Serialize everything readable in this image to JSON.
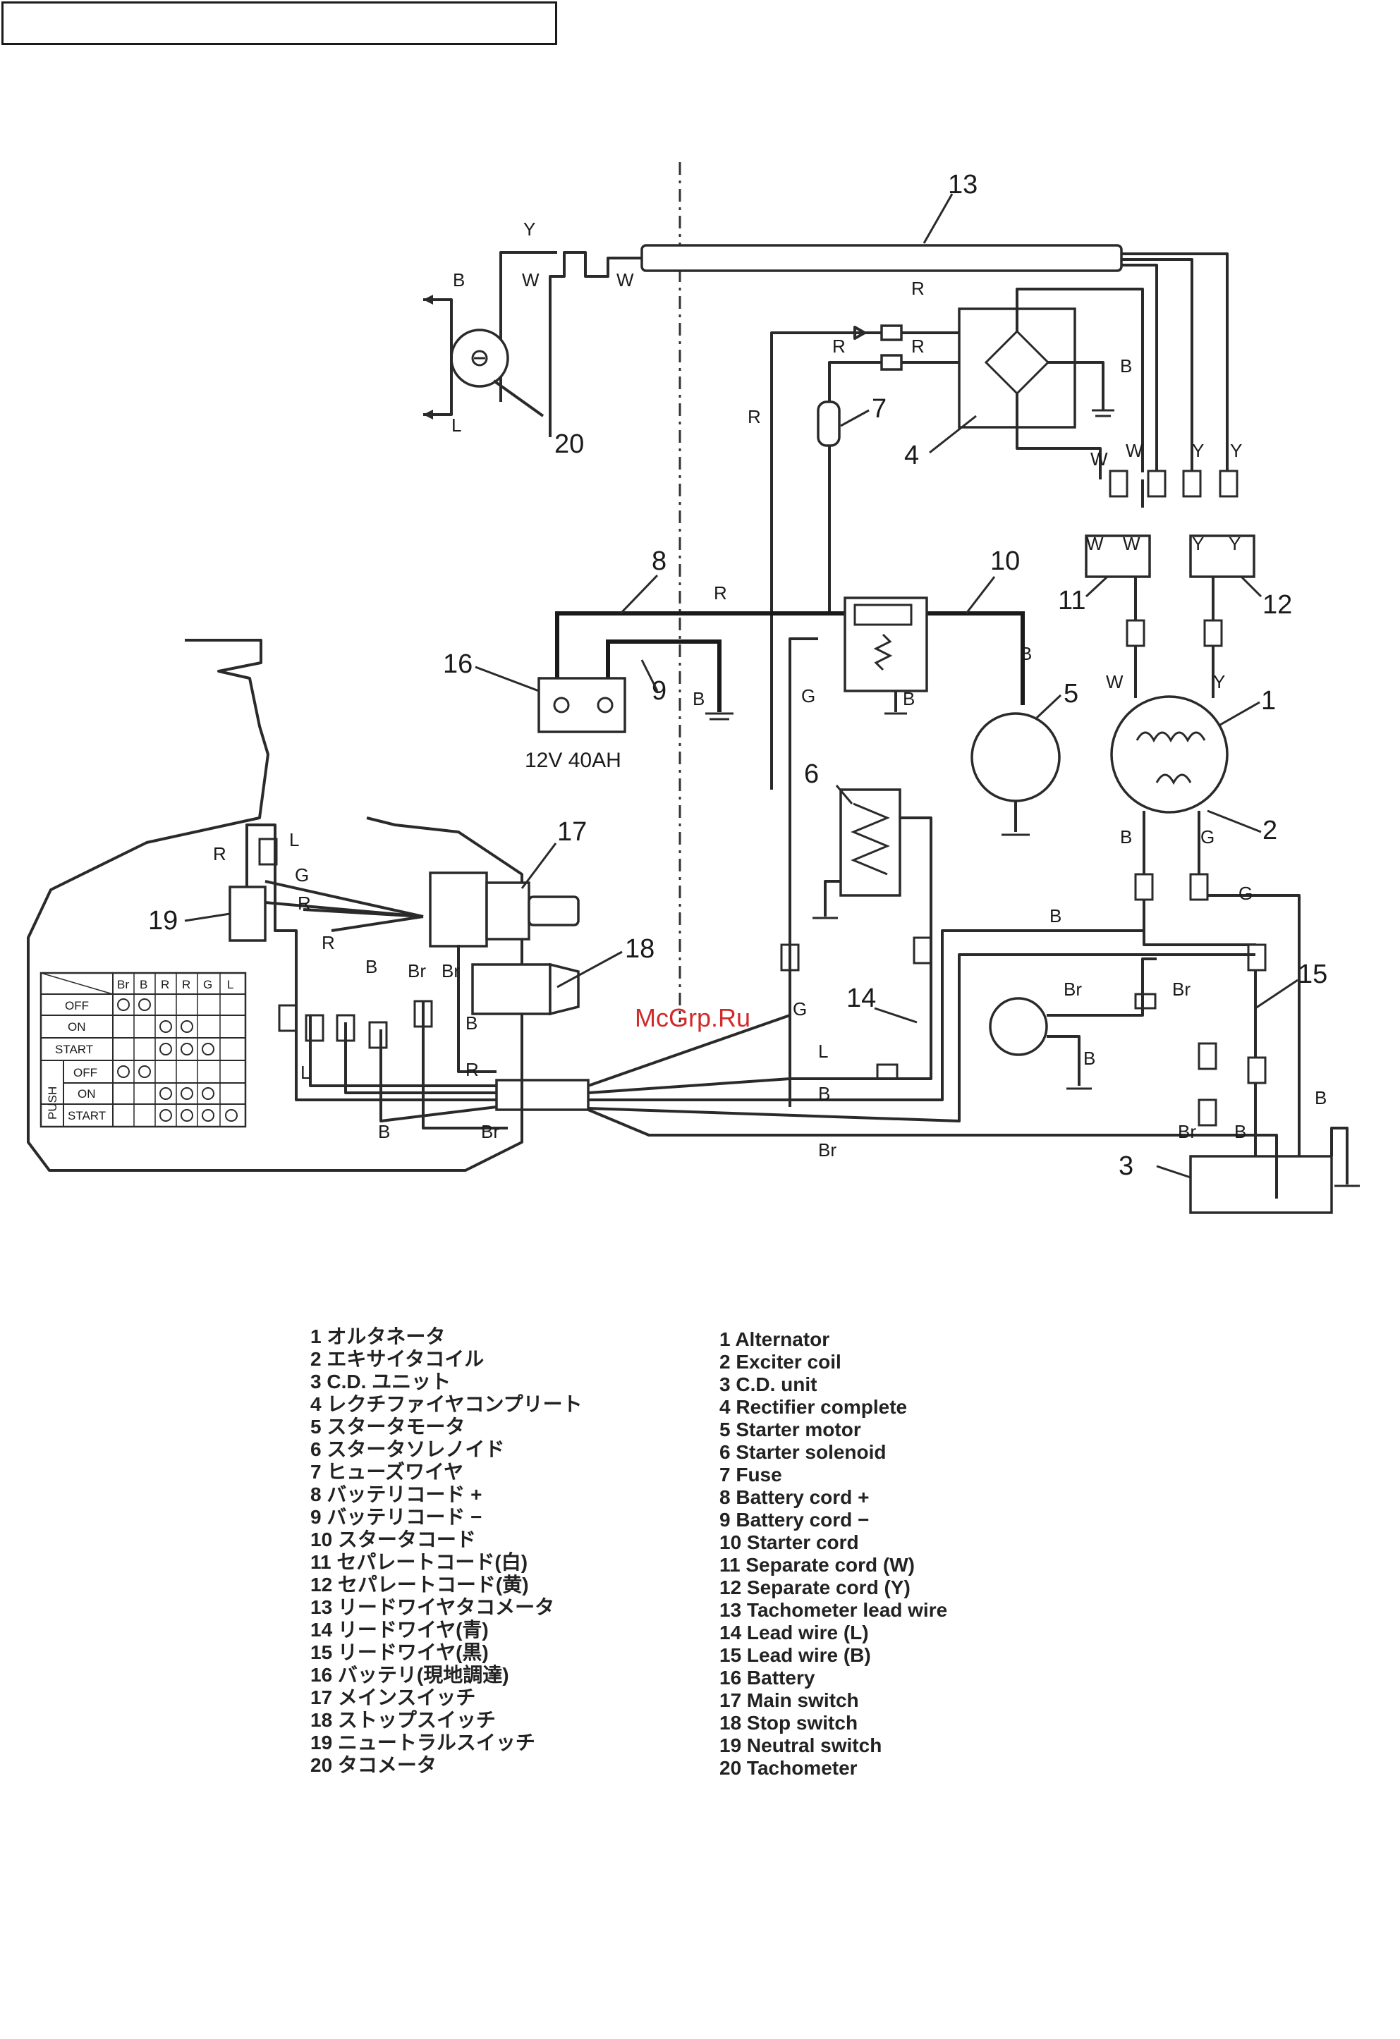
{
  "header": {
    "text": ""
  },
  "wire_codes": {
    "yellow": "Y",
    "white": "W",
    "black": "B",
    "blue": "L",
    "red": "R",
    "green": "G",
    "brown": "Br"
  },
  "battery_spec": "12V 40AH",
  "watermark": "McGrp.Ru",
  "callouts": [
    "1",
    "2",
    "3",
    "4",
    "5",
    "6",
    "7",
    "8",
    "9",
    "10",
    "11",
    "12",
    "13",
    "14",
    "15",
    "16",
    "17",
    "18",
    "19",
    "20"
  ],
  "switch_table": {
    "columns": [
      "Br",
      "B",
      "R",
      "R",
      "G",
      "L"
    ],
    "rows": [
      "OFF",
      "ON",
      "START",
      "OFF",
      "ON",
      "START"
    ],
    "push_label": "PUSH"
  },
  "legend_jp": [
    "1 オルタネータ",
    "2 エキサイタコイル",
    "3 C.D. ユニット",
    "4 レクチファイヤコンプリート",
    "5 スタータモータ",
    "6 スタータソレノイド",
    "7 ヒューズワイヤ",
    "8 バッテリコード +",
    "9 バッテリコード −",
    "10 スタータコード",
    "11 セパレートコード(白)",
    "12 セパレートコード(黄)",
    "13 リードワイヤタコメータ",
    "14 リードワイヤ(青)",
    "15 リードワイヤ(黒)",
    "16 バッテリ(現地調達)",
    "17 メインスイッチ",
    "18 ストップスイッチ",
    "19 ニュートラルスイッチ",
    "20 タコメータ"
  ],
  "legend_en": [
    "1 Alternator",
    "2 Exciter coil",
    "3 C.D. unit",
    "4 Rectifier complete",
    "5 Starter motor",
    "6 Starter solenoid",
    "7 Fuse",
    "8 Battery cord +",
    "9 Battery cord −",
    "10 Starter cord",
    "11 Separate cord (W)",
    "12 Separate cord (Y)",
    "13 Tachometer lead wire",
    "14 Lead wire (L)",
    "15 Lead wire (B)",
    "16 Battery",
    "17 Main switch",
    "18 Stop switch",
    "19 Neutral switch",
    "20 Tachometer"
  ]
}
